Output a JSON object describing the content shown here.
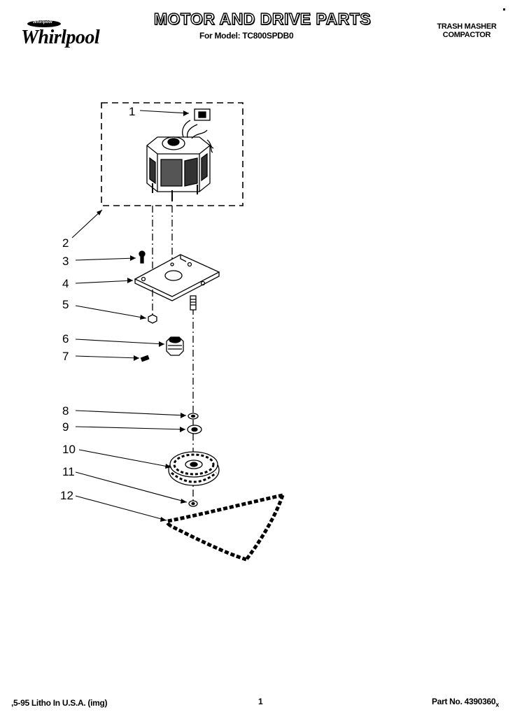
{
  "header": {
    "brand": "Whirlpool",
    "logo_badge": "Whirlpool",
    "title": "MOTOR AND DRIVE PARTS",
    "subtitle": "For Model: TC800SPDB0",
    "product_line1": "TRASH MASHER",
    "product_line2": "COMPACTOR"
  },
  "callouts": [
    {
      "label": "1"
    },
    {
      "label": "2"
    },
    {
      "label": "3"
    },
    {
      "label": "4"
    },
    {
      "label": "5"
    },
    {
      "label": "6"
    },
    {
      "label": "7"
    },
    {
      "label": "8"
    },
    {
      "label": "9"
    },
    {
      "label": "10"
    },
    {
      "label": "11"
    },
    {
      "label": "12"
    }
  ],
  "footer": {
    "litho": ",5-95 Litho In U.S.A. (img)",
    "page_number": "1",
    "part_number": "Part No. 4390360",
    "part_suffix": "x"
  },
  "colors": {
    "ink": "#000000",
    "paper": "#ffffff"
  }
}
